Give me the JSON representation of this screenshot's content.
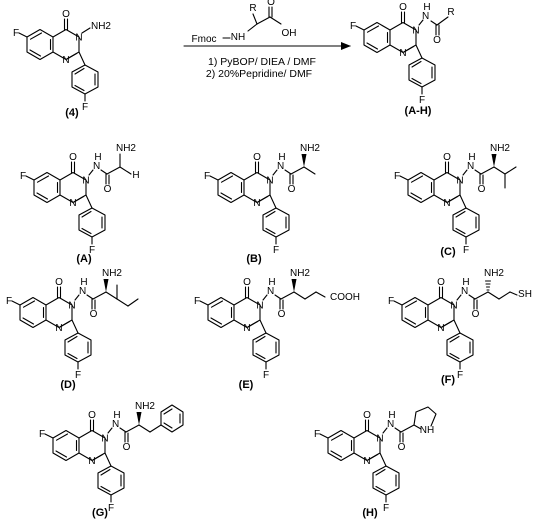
{
  "scheme": {
    "starting_material": {
      "label": "(4)"
    },
    "product": {
      "label": "(A-H)"
    },
    "amino_acid": {
      "side_chain": "R",
      "protecting_group": "Fmoc",
      "nh": "NH",
      "oh": "OH"
    },
    "conditions": [
      "1) PyBOP/ DIEA / DMF",
      "2) 20%Pepridine/ DMF"
    ]
  },
  "atoms": {
    "F": "F",
    "O": "O",
    "N": "N",
    "H": "H",
    "NH2": "NH2",
    "R": "R",
    "COOH": "COOH",
    "SH": "SH",
    "NH": "NH",
    "H_prefix": "H",
    "N_suffix": "N"
  },
  "compounds": [
    {
      "id": "A",
      "label": "(A)"
    },
    {
      "id": "B",
      "label": "(B)"
    },
    {
      "id": "C",
      "label": "(C)"
    },
    {
      "id": "D",
      "label": "(D)"
    },
    {
      "id": "E",
      "label": "(E)"
    },
    {
      "id": "F",
      "label": "(F)"
    },
    {
      "id": "G",
      "label": "(G)"
    },
    {
      "id": "H",
      "label": "(H)"
    }
  ]
}
